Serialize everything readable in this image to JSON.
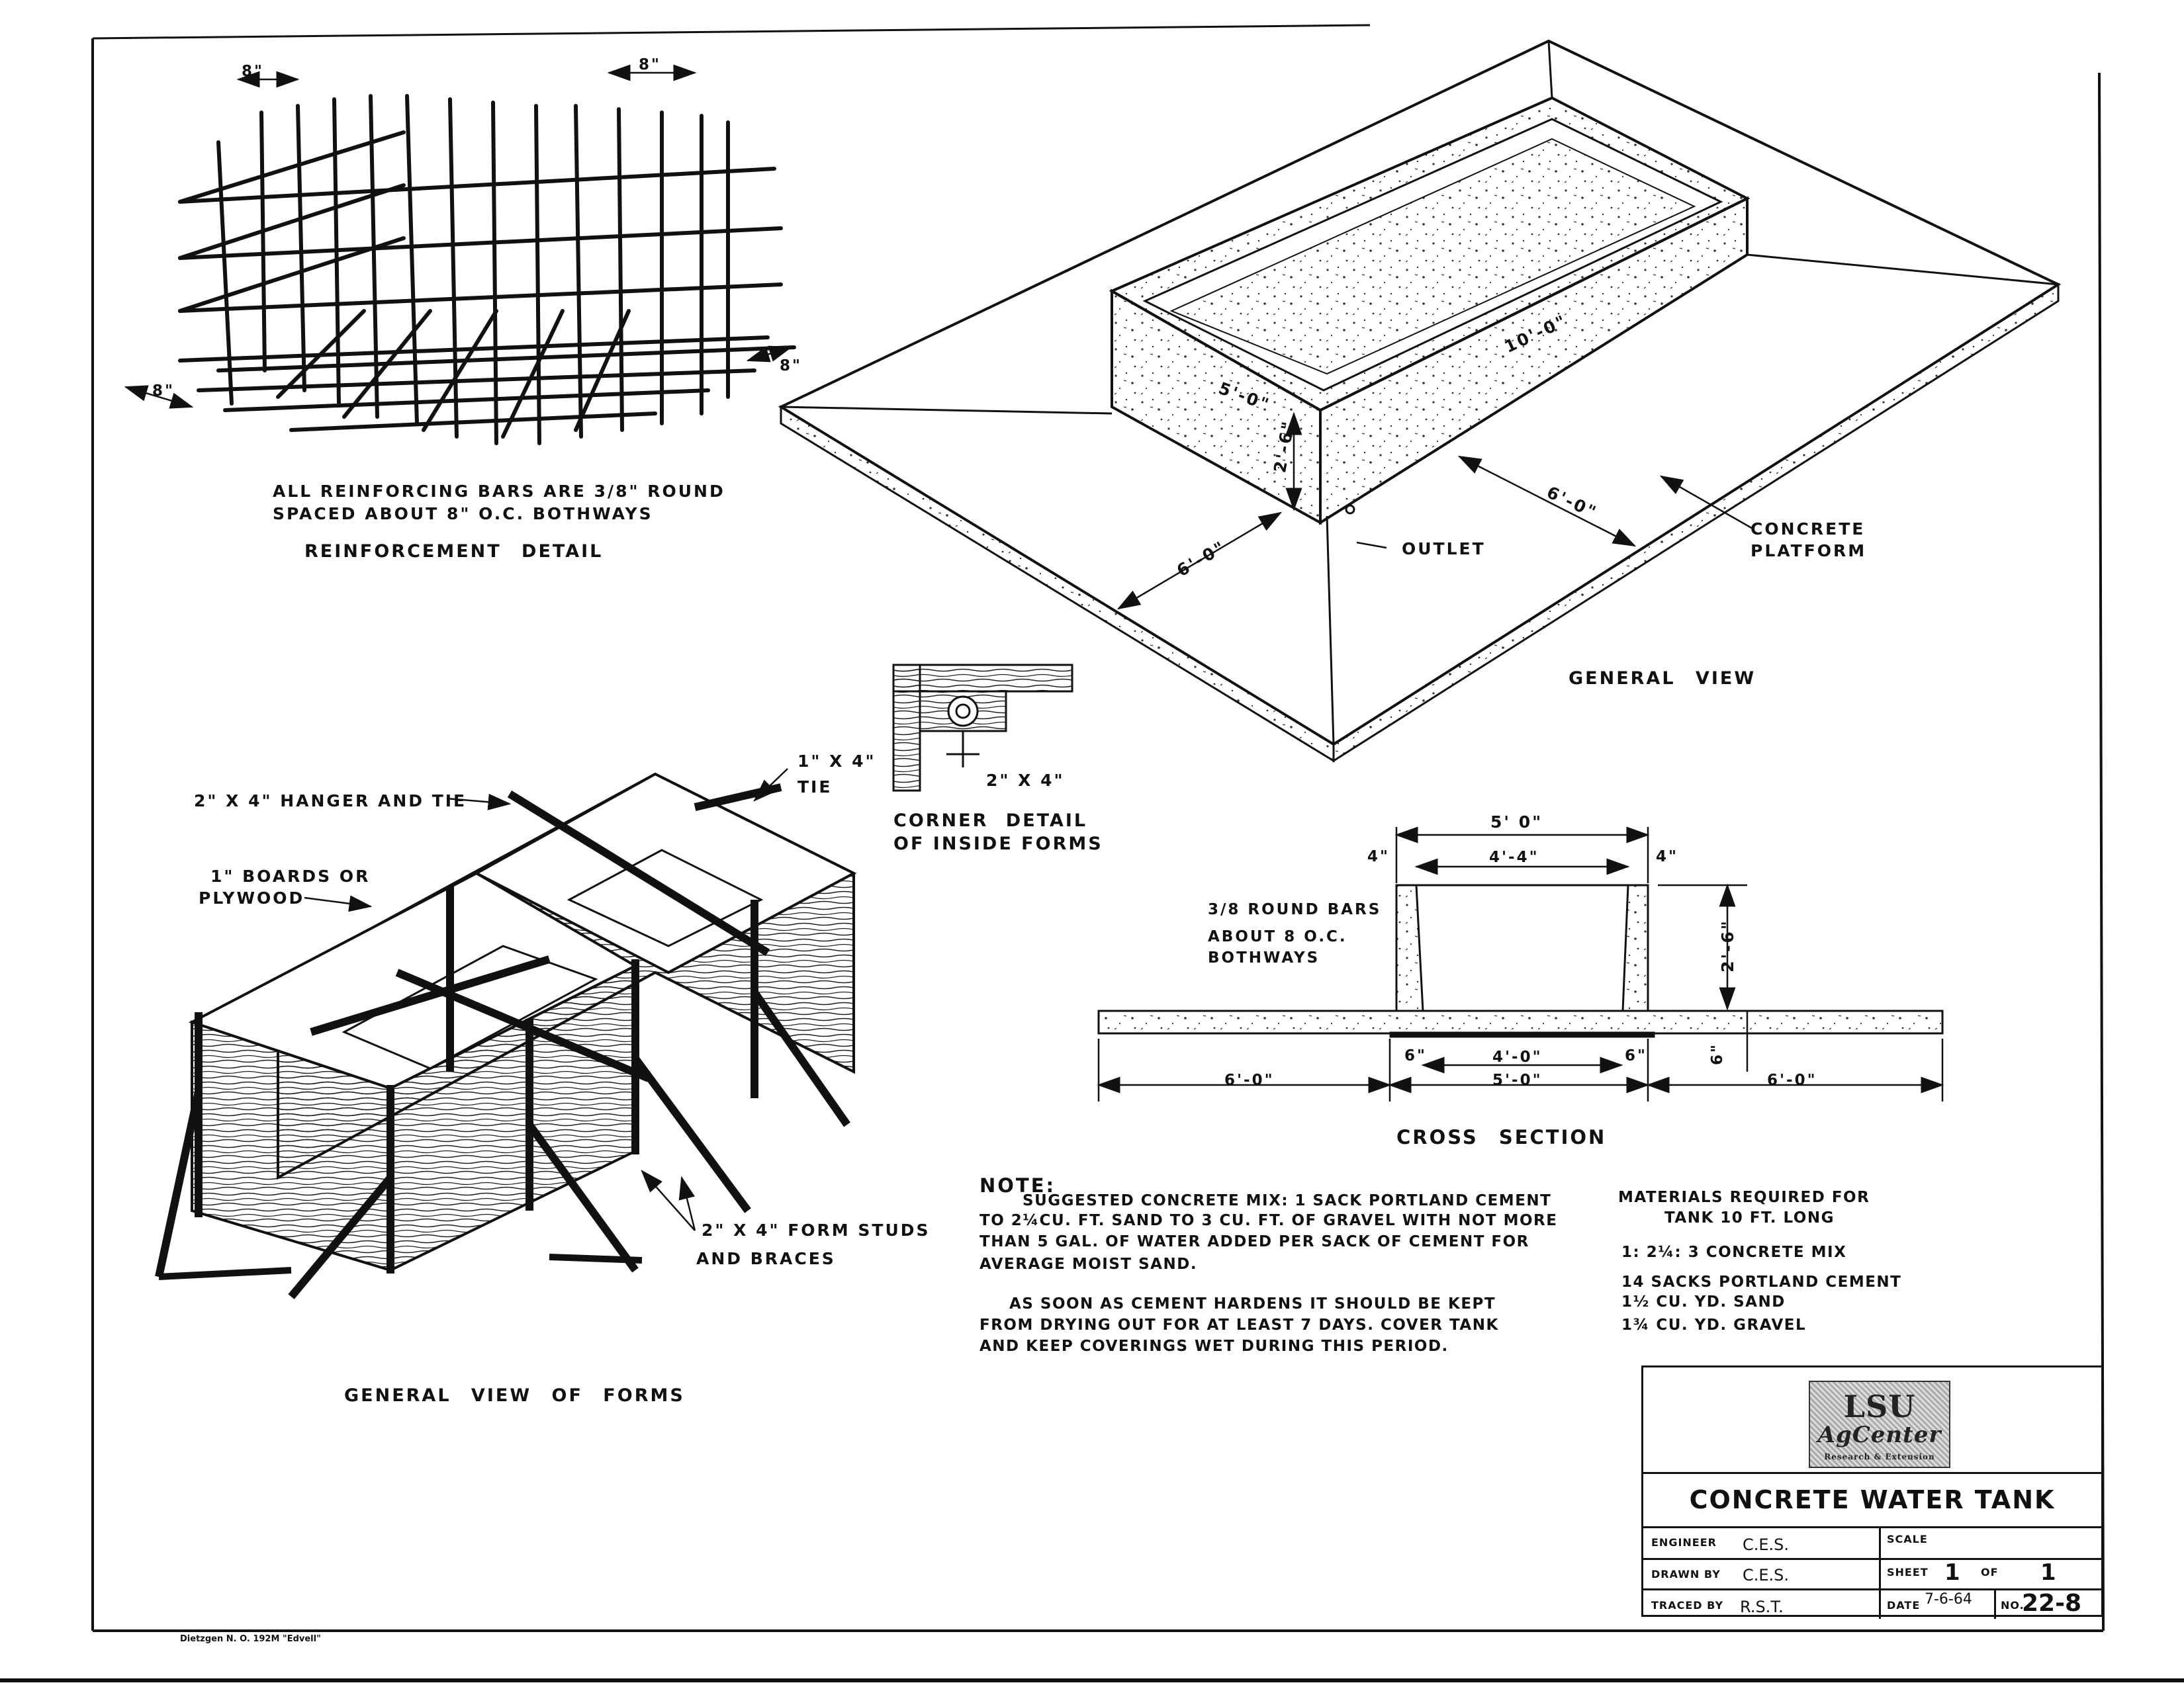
{
  "drawing": {
    "reinforcement": {
      "note_line1": "ALL REINFORCING BARS ARE 3/8\" ROUND",
      "note_line2": "SPACED ABOUT 8\" O.C. BOTHWAYS",
      "caption": "REINFORCEMENT DETAIL",
      "dims": [
        "8\"",
        "8\"",
        "8\"",
        "8\""
      ]
    },
    "general_view": {
      "caption": "GENERAL VIEW",
      "dim_length": "10'-0\"",
      "dim_width": "5'-0\"",
      "dim_height": "2'-6\"",
      "dim_platform_side": "6'-0\"",
      "dim_platform_front": "6'-0\"",
      "label_outlet": "OUTLET",
      "label_platform_1": "CONCRETE",
      "label_platform_2": "PLATFORM"
    },
    "corner_detail": {
      "caption_1": "CORNER DETAIL",
      "caption_2": "OF INSIDE FORMS",
      "label": "2\" X 4\""
    },
    "forms": {
      "caption": "GENERAL VIEW OF FORMS",
      "label_hanger": "2\" X 4\" HANGER AND TIE",
      "label_tie_1": "1\" X 4\"",
      "label_tie_2": "TIE",
      "label_boards_1": "1\" BOARDS OR",
      "label_boards_2": "PLYWOOD",
      "label_studs_1": "2\" X 4\" FORM STUDS",
      "label_studs_2": "AND BRACES"
    },
    "cross_section": {
      "caption": "CROSS SECTION",
      "dim_outer": "5' 0\"",
      "dim_inner_top": "4'-4\"",
      "dim_wall_left": "4\"",
      "dim_wall_right": "4\"",
      "dim_height": "2'-6\"",
      "dim_inner_bottom": "4'-0\"",
      "dim_base": "5'-0\"",
      "dim_left": "6'-0\"",
      "dim_right": "6'-0\"",
      "dim_foot_left": "6\"",
      "dim_foot_right": "6\"",
      "dim_slab": "6\"",
      "bars_1": "3/8 ROUND BARS",
      "bars_2": "ABOUT 8 O.C.",
      "bars_3": "BOTHWAYS"
    },
    "note": {
      "heading": "NOTE:",
      "p1_line1": "SUGGESTED CONCRETE MIX: 1 SACK PORTLAND CEMENT",
      "p1_line2": "TO 2¼CU. FT. SAND TO 3 CU. FT. OF GRAVEL WITH NOT MORE",
      "p1_line3": "THAN 5 GAL. OF WATER ADDED PER SACK OF CEMENT FOR",
      "p1_line4": "AVERAGE MOIST SAND.",
      "p2_line1": "AS SOON AS CEMENT HARDENS IT SHOULD BE KEPT",
      "p2_line2": "FROM DRYING OUT FOR AT LEAST 7 DAYS. COVER TANK",
      "p2_line3": "AND KEEP COVERINGS WET DURING THIS PERIOD."
    },
    "materials": {
      "heading_1": "MATERIALS REQUIRED FOR",
      "heading_2": "TANK 10 FT. LONG",
      "mix": "1: 2¼: 3 CONCRETE MIX",
      "item1": "14 SACKS PORTLAND CEMENT",
      "item2": "1½ CU. YD. SAND",
      "item3": "1¾ CU. YD. GRAVEL"
    }
  },
  "title_block": {
    "logo_line1": "LSU",
    "logo_line2": "AgCenter",
    "logo_line3": "Research & Extension",
    "title": "CONCRETE WATER TANK",
    "engineer_label": "ENGINEER",
    "engineer": "C.E.S.",
    "drawn_label": "DRAWN BY",
    "drawn": "C.E.S.",
    "traced_label": "TRACED BY",
    "traced": "R.S.T.",
    "scale_label": "SCALE",
    "sheet_label": "SHEET",
    "sheet_num": "1",
    "of_label": "OF",
    "sheet_total": "1",
    "date_label": "DATE",
    "date": "7-6-64",
    "no_label": "NO.",
    "number": "22-8"
  },
  "footer": {
    "paper_mark": "Dietzgen N. O. 192M \"Edvell\""
  }
}
